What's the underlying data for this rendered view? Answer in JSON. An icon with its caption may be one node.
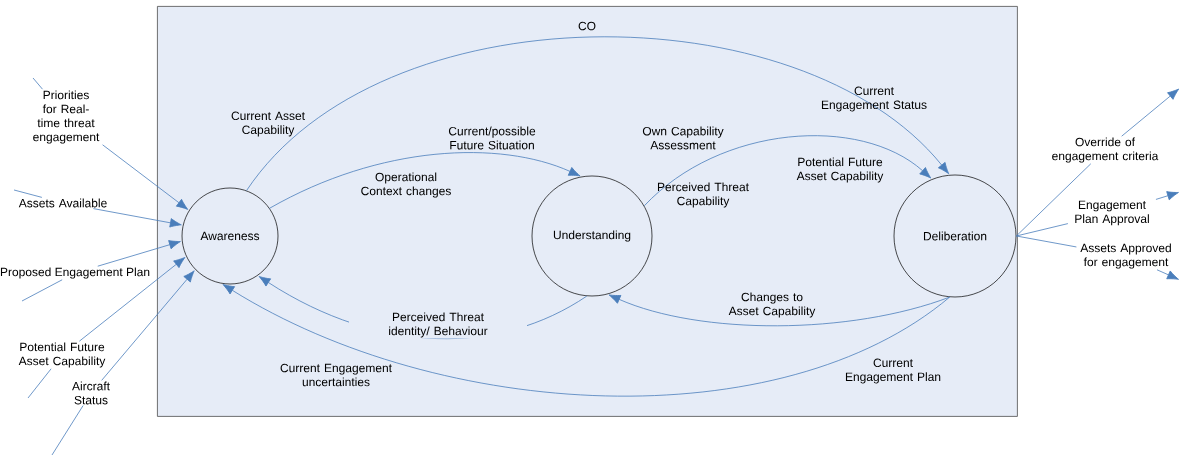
{
  "diagram": {
    "nodes": [
      {
        "text": [
          "CO"
        ]
      },
      {
        "text": [
          "Awareness"
        ],
        "in": 0
      },
      {
        "text": [
          "Understanding"
        ],
        "in": 0
      },
      {
        "text": [
          "Deliberation"
        ],
        "in": 0
      },
      {
        "text": [
          "Priorities for Real-time threat engagement"
        ]
      },
      {
        "text": [
          "Assets Available"
        ]
      },
      {
        "text": [
          "Proposed Engagement Plan"
        ]
      },
      {
        "text": [
          "Potential Future Asset Capability"
        ]
      },
      {
        "text": [
          "Aircraft Status"
        ]
      },
      {
        "text": [
          "Override of engagement criteria"
        ]
      },
      {
        "text": [
          "Engagement Plan Approval"
        ]
      },
      {
        "text": [
          "Assets Approved for engagement"
        ]
      }
    ],
    "edges": [
      {
        "from": 1,
        "to": 3,
        "arrow": "to"
      },
      {
        "from": 1,
        "to": 2,
        "arrow": "to"
      },
      {
        "from": 2,
        "to": 3,
        "arrow": "to"
      },
      {
        "from": 2,
        "to": 1,
        "label": "Perceived Threat identity/ Behaviour",
        "arrow": "to"
      },
      {
        "from": 3,
        "to": 2,
        "label": "Changes to Asset Capability",
        "arrow": "to"
      },
      {
        "from": 3,
        "to": 1,
        "arrow": "to"
      },
      {
        "from": 4,
        "to": 1,
        "arrow": "to"
      },
      {
        "from": 5,
        "to": 1,
        "arrow": "to"
      },
      {
        "from": 6,
        "to": 1,
        "arrow": "to"
      },
      {
        "from": 7,
        "to": 1,
        "arrow": "to"
      },
      {
        "from": 8,
        "to": 1,
        "arrow": "to"
      },
      {
        "from": null,
        "to": 4,
        "arrow": "none"
      },
      {
        "from": null,
        "to": 5,
        "arrow": "none"
      },
      {
        "from": null,
        "to": 6,
        "arrow": "none"
      },
      {
        "from": null,
        "to": 7,
        "arrow": "none"
      },
      {
        "from": null,
        "to": 8,
        "arrow": "none"
      },
      {
        "from": 3,
        "to": 9,
        "arrow": "none"
      },
      {
        "from": 3,
        "to": 10,
        "arrow": "none"
      },
      {
        "from": 3,
        "to": 11,
        "arrow": "none"
      },
      {
        "from": 9,
        "to": null,
        "arrow": "to"
      },
      {
        "from": 10,
        "to": null,
        "arrow": "to"
      },
      {
        "from": 11,
        "to": null,
        "arrow": "to"
      }
    ],
    "labels": [
      "Current Asset Capability",
      "Current Engagement Status",
      "Current/possible Future Situation",
      "Operational Context changes",
      "Own Capability Assessment",
      "Potential Future Asset Capability",
      "Perceived Threat Capability",
      "Current Engagement uncertainties",
      "Current Engagement Plan"
    ]
  }
}
